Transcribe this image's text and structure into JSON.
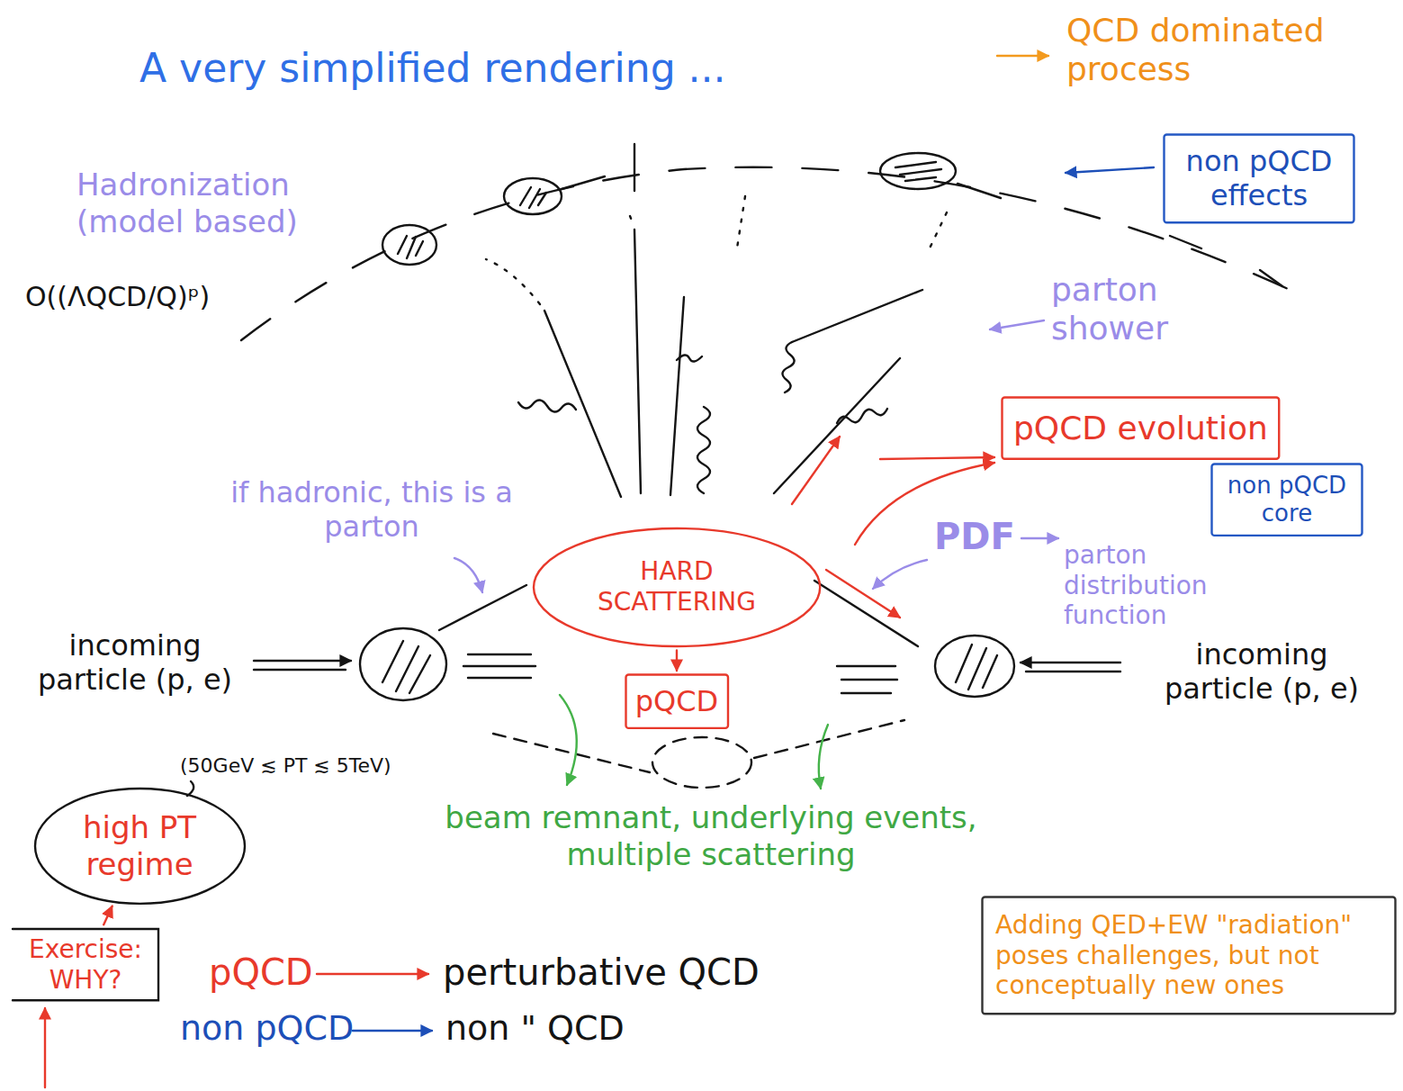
{
  "diagram": {
    "title": "A very simplified rendering ...",
    "nodes": [
      {
        "text": [
          "non pQCD effects"
        ]
      },
      {
        "text": [
          "pQCD evolution"
        ]
      },
      {
        "text": [
          "non pQCD core"
        ]
      },
      {
        "text": [
          "HARD SCATTERING"
        ]
      },
      {
        "text": [
          "pQCD"
        ]
      },
      {
        "text": [
          "high PT regime"
        ]
      },
      {
        "text": [
          "Exercise: WHY?"
        ]
      },
      {
        "text": [
          "Adding QED+EW \"radiation\" poses challenges, but not conceptually new ones"
        ]
      }
    ],
    "edges": [
      {
        "from": 3,
        "to": 4,
        "arrow": "to"
      },
      {
        "from": 6,
        "to": 5,
        "arrow": "to"
      }
    ],
    "labels": [
      "QCD dominated process",
      "Hadronization (model based)",
      "O((ΛQCD/Q)ᵖ)",
      "parton shower",
      "if hadronic, this is a parton",
      "PDF",
      "parton distribution function",
      "incoming particle (p, e)",
      "incoming particle (p, e)",
      "(50GeV ≲ PT ≲ 5TeV)",
      "beam remnant, underlying events, multiple scattering",
      "pQCD",
      "perturbative QCD",
      "non pQCD",
      "non \" QCD"
    ]
  }
}
